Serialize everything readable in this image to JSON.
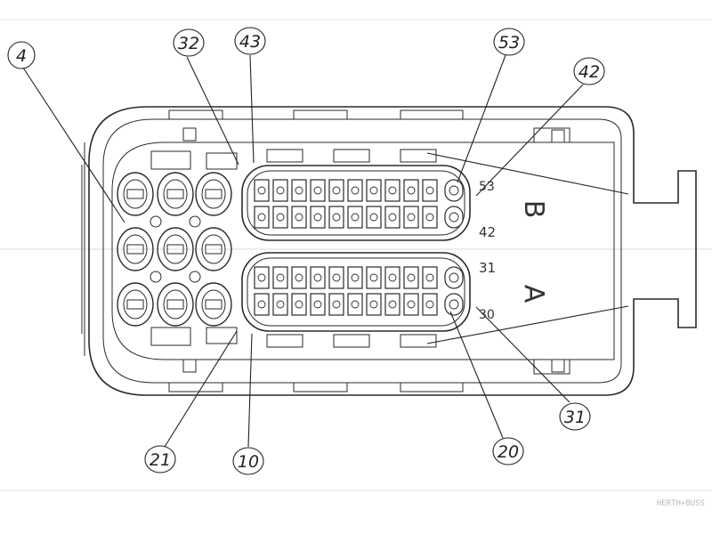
{
  "callouts": {
    "c4": "4",
    "c32": "32",
    "c43": "43",
    "c53": "53",
    "c42": "42",
    "c21": "21",
    "c10": "10",
    "c20": "20",
    "c31": "31"
  },
  "pin_labels": {
    "p53": "53",
    "p42": "42",
    "p31": "31",
    "p30": "30"
  },
  "section_letters": {
    "b": "B",
    "a": "A"
  },
  "watermark": "HERTH+BUSS"
}
